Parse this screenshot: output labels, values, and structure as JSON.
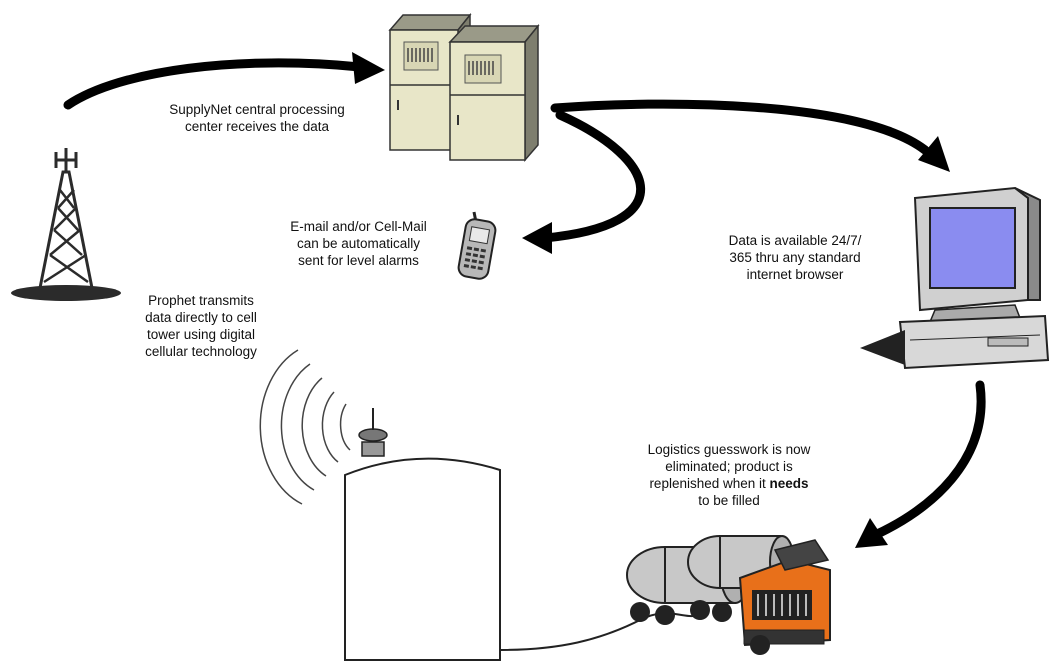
{
  "colors": {
    "arrow": "#000000",
    "server": "#e8e6c8",
    "server_dark": "#8a8a78",
    "tower": "#2b2b2b",
    "screen": "#8a8cf0",
    "truck_cab": "#e8701a",
    "tanker": "#c8c8c8"
  },
  "icons": {
    "tower": "cell-tower-icon",
    "server": "server-cabinet-icon",
    "phone": "cell-phone-icon",
    "computer": "desktop-computer-icon",
    "tank": "storage-tank-icon",
    "truck": "tanker-truck-icon",
    "signal": "radio-waves-icon"
  },
  "labels": {
    "processing": [
      "SupplyNet central processing",
      "center receives the data"
    ],
    "email": [
      "E-mail and/or Cell-Mail",
      "can be automatically",
      "sent for level alarms"
    ],
    "browser": [
      "Data is available 24/7/",
      "365 thru any standard",
      "internet browser"
    ],
    "prophet": [
      "Prophet transmits",
      "data directly to cell",
      "tower using digital",
      "cellular technology"
    ],
    "logistics": {
      "line1": "Logistics guesswork is now",
      "line2": "eliminated; product is",
      "line3_pre": "replenished when it ",
      "line3_bold": "needs",
      "line4": "to be filled"
    }
  }
}
